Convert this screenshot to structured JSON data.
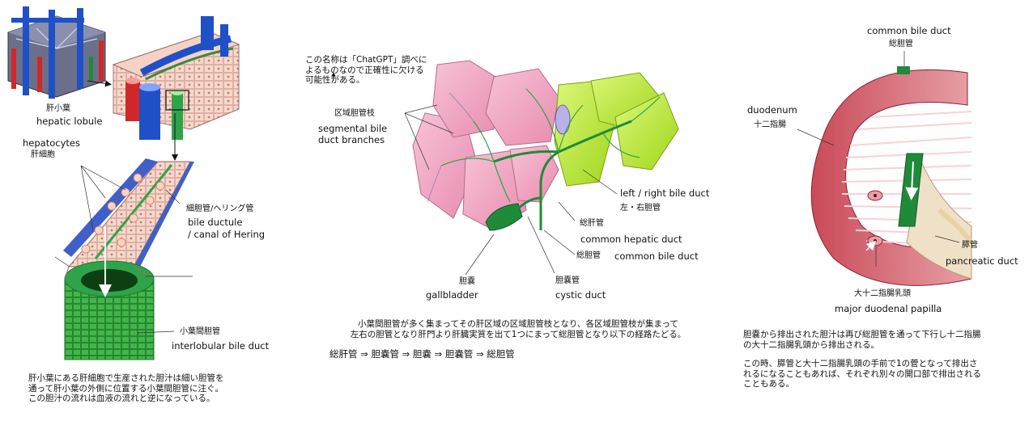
{
  "panel1": {
    "hepatic_lobule_jp": "肝小葉",
    "hepatic_lobule_en": "hepatic lobule",
    "hepatocytes_en": "hepatocytes",
    "hepatocytes_jp": "肝細胞",
    "bile_ductule_jp": "細胆管/ヘリング管",
    "bile_ductule_en_1": "bile ductule",
    "bile_ductule_en_2": "/ canal of Hering",
    "interlobular_jp": "小葉間胆管",
    "interlobular_en": "interlobular bile duct",
    "description": [
      "肝小葉にある肝細胞で生産された胆汁は細い胆管を",
      "通って肝小葉の外側に位置する小葉間胆管に注ぐ。",
      "この胆汁の流れは血液の流れと逆になっている。"
    ]
  },
  "panel2": {
    "note": [
      "この名称は「ChatGPT」調べに",
      "よるものなので正確性に欠ける",
      "可能性がある。"
    ],
    "segmental_jp": "区域胆管枝",
    "segmental_en_1": "segmental bile",
    "segmental_en_2": "duct branches",
    "lr_en": "left / right bile duct",
    "lr_jp": "左・右胆管",
    "chd_jp": "総肝管",
    "chd_en": "common hepatic duct",
    "cbd_jp": "総胆管",
    "cbd_en": "common bile duct",
    "gb_jp": "胆嚢",
    "gb_en": "gallbladder",
    "cystic_jp": "胆嚢管",
    "cystic_en": "cystic duct",
    "description": [
      "小葉間胆管が多く集まってその肝区域の区域胆管枝となり、各区域胆管枝が集まって",
      "左右の胆管となり肝門より肝臓実質を出て1つにまって総胆管となり以下の経路たどる。"
    ],
    "pathway": "総肝管 ⇒ 胆嚢管 ⇒ 胆嚢 ⇒ 胆嚢管 ⇒ 総胆管"
  },
  "panel3": {
    "cbd_en": "common bile duct",
    "cbd_jp": "総胆管",
    "duodenum_en": "duodenum",
    "duodenum_jp": "十二指腸",
    "pancreatic_jp": "膵管",
    "pancreatic_en": "pancreatic duct",
    "papilla_jp": "大十二指腸乳頭",
    "papilla_en": "major duodenal papilla",
    "description1": [
      "胆嚢から排出された胆汁は再び総胆管を通って下行し十二指腸",
      "の大十二指腸乳頭から排出される。"
    ],
    "description2": [
      "この時、膵管と大十二指腸乳頭の手前で1の菅となって排出さ",
      "れるになることもあれば、それぞれ別々の開口部で排出される",
      "こともある。"
    ]
  },
  "colors": {
    "bile_green": "#1f8a3a",
    "liver_pink": "#f2a6c2",
    "liver_lime": "#b8e830",
    "vein_blue": "#2050c8",
    "artery_red": "#d02828"
  }
}
